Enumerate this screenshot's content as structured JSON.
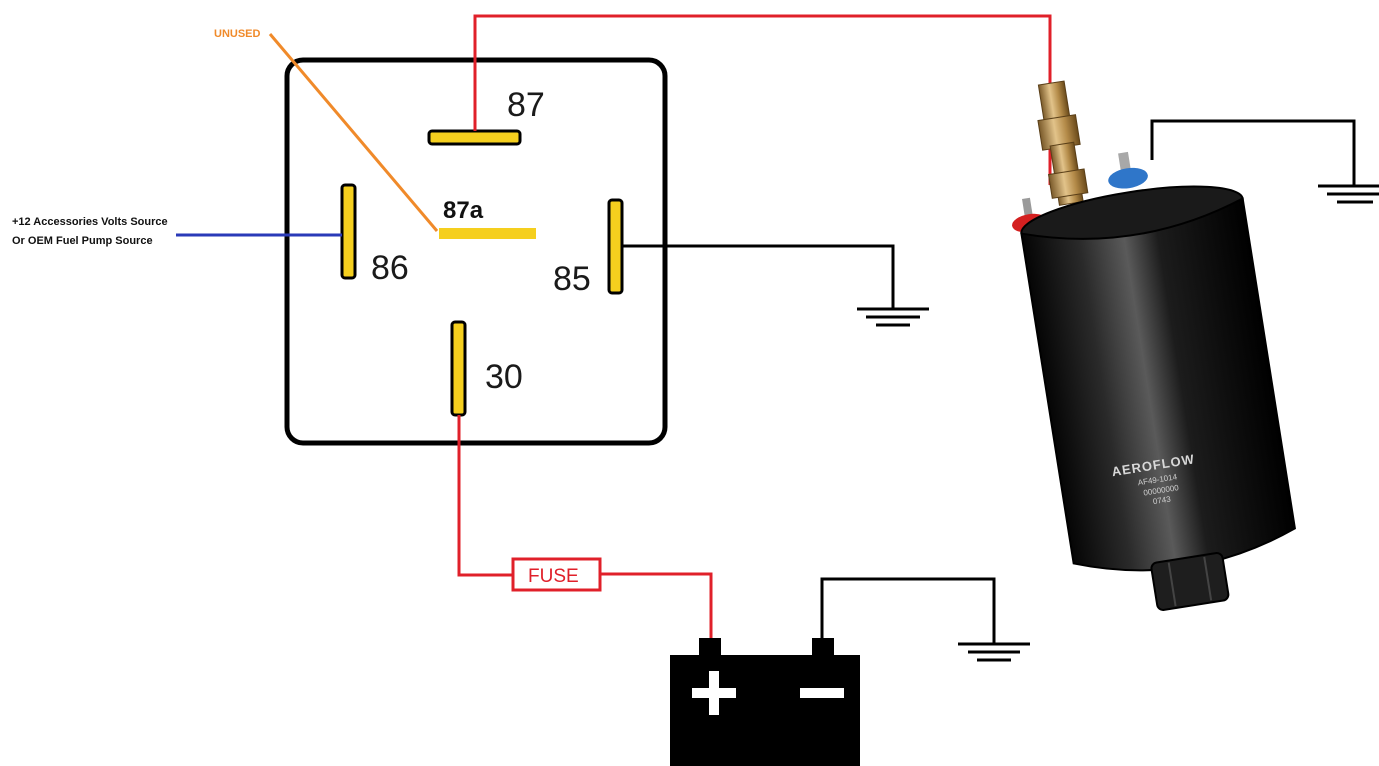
{
  "relay": {
    "pin_87": "87",
    "pin_87a": "87a",
    "pin_86": "86",
    "pin_85": "85",
    "pin_30": "30"
  },
  "labels": {
    "unused": "UNUSED",
    "source_line1": "+12 Accessories Volts Source",
    "source_line2": "Or OEM Fuel Pump Source",
    "fuse": "FUSE"
  },
  "battery": {
    "positive_symbol": "+",
    "negative_symbol": "−"
  },
  "pump": {
    "brand": "AEROFLOW",
    "model": "AF49-1014",
    "code_line1": "00000000",
    "code_line2": "0743"
  },
  "colors": {
    "pin_fill": "#f5cf1e",
    "positive_wire": "#e0202a",
    "ground_wire": "#000000",
    "source_wire": "#2a3ab8",
    "unused_wire": "#f08a2a",
    "unused_text": "#f08a2a"
  },
  "icons": {
    "ground": "ground-symbol-icon",
    "battery": "battery-icon",
    "fuse": "fuse-icon",
    "pump": "fuel-pump-icon"
  }
}
